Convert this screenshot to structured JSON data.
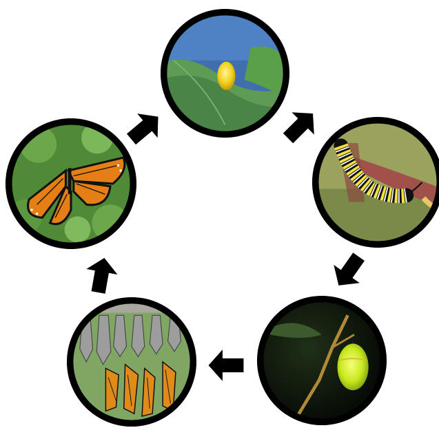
{
  "diagram": {
    "type": "life-cycle",
    "stages": [
      {
        "id": "egg",
        "icon": "egg-photo"
      },
      {
        "id": "caterpillar",
        "icon": "caterpillar-photo"
      },
      {
        "id": "chrysalis",
        "icon": "chrysalis-photo"
      },
      {
        "id": "emerging",
        "icon": "emerging-butterflies-photo"
      },
      {
        "id": "adult",
        "icon": "adult-butterfly-photo"
      }
    ],
    "arrow_color": "#000000",
    "ring_color": "#000000"
  }
}
